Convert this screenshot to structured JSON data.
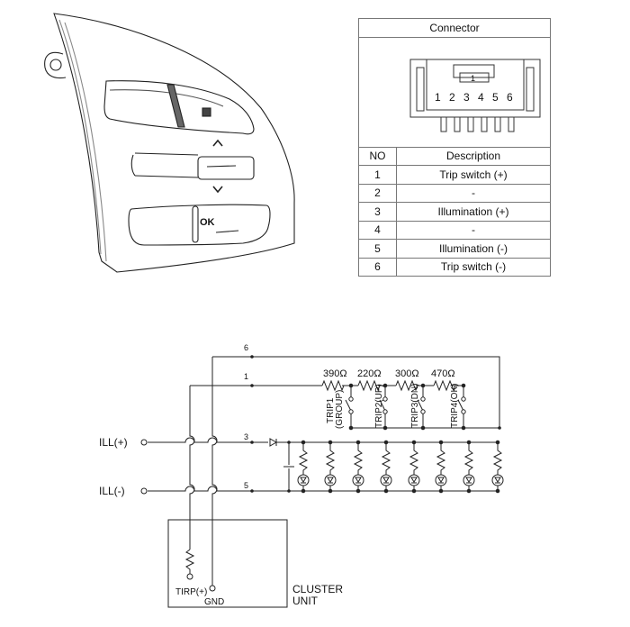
{
  "connector_table": {
    "title": "Connector",
    "pin_numbers": [
      "1",
      "2",
      "3",
      "4",
      "5",
      "6"
    ],
    "key_label": "1",
    "headers": {
      "no": "NO",
      "description": "Description"
    },
    "rows": [
      {
        "no": "1",
        "description": "Trip switch (+)"
      },
      {
        "no": "2",
        "description": "-"
      },
      {
        "no": "3",
        "description": "Illumination (+)"
      },
      {
        "no": "4",
        "description": "-"
      },
      {
        "no": "5",
        "description": "Illumination (-)"
      },
      {
        "no": "6",
        "description": "Trip switch (-)"
      }
    ]
  },
  "switch_drawing": {
    "ok_label": "OK"
  },
  "circuit": {
    "pins": {
      "p6": "6",
      "p1": "1",
      "p3": "3",
      "p5": "5"
    },
    "resistors": [
      "390Ω",
      "220Ω",
      "300Ω",
      "470Ω"
    ],
    "switches": [
      {
        "line1": "TRIP1",
        "line2": "(GROUP)"
      },
      {
        "line1": "TRIP2(UP)"
      },
      {
        "line1": "TRIP3(DN)"
      },
      {
        "line1": "TRIP4(OK)"
      }
    ],
    "ill_plus": "ILL(+)",
    "ill_minus": "ILL(-)",
    "tirp": "TIRP(+)",
    "gnd": "GND",
    "cluster_line1": "CLUSTER",
    "cluster_line2": "UNIT"
  }
}
